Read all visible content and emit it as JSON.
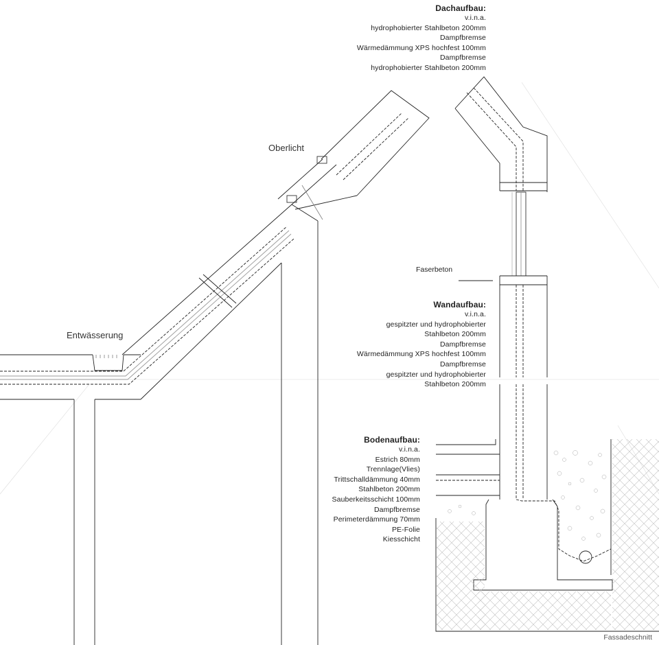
{
  "dachaufbau": {
    "title": "Dachaufbau:",
    "lines": [
      "v.i.n.a.",
      "hydrophobierter Stahlbeton  200mm",
      "Dampfbremse",
      "Wärmedämmung XPS hochfest  100mm",
      "Dampfbremse",
      "hydrophobierter Stahlbeton  200mm"
    ]
  },
  "wandaufbau": {
    "title": "Wandaufbau:",
    "lines": [
      "v.i.n.a.",
      "gespitzter und hydrophobierter",
      "Stahlbeton  200mm",
      "Dampfbremse",
      "Wärmedämmung XPS hochfest   100mm",
      "Dampfbremse",
      "gespitzter und hydrophobierter",
      "Stahlbeton  200mm"
    ]
  },
  "bodenaufbau": {
    "title": "Bodenaufbau:",
    "lines": [
      "v.i.n.a.",
      "Estrich  80mm",
      "Trennlage(Vlies)",
      "Trittschalldämmung  40mm",
      "Stahlbeton  200mm",
      "Sauberkeitsschicht  100mm",
      "Dampfbremse",
      "Perimeterdämmung  70mm",
      "PE-Folie",
      "Kiesschicht"
    ]
  },
  "labels": {
    "oberlicht": "Oberlicht",
    "entwaesserung": "Entwässerung",
    "faserbeton": "Faserbeton",
    "caption": "Fassadeschnitt"
  },
  "colors": {
    "line": "#222222",
    "hatch": "#bbbbbb",
    "light": "#d8d8d8"
  }
}
